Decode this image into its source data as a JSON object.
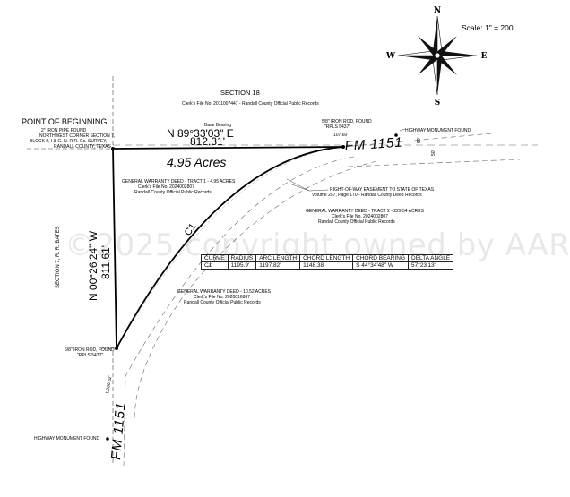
{
  "scale": "Scale: 1\" = 200'",
  "compass": {
    "n": "N",
    "s": "S",
    "e": "E",
    "w": "W"
  },
  "section18": "SECTION 18",
  "clerk_top": "Clerk's File No. 2011007447 - Randall County Official Public Records",
  "pob": "POINT OF BEGINNING",
  "pob_note": [
    "2\" IRON PIPE FOUND",
    "NORTHWEST CORNER SECTION 7,",
    "BLOCK 9, I & G. N. R.R. Co. SURVEY,",
    "RANDALL COUNTY, TEXAS"
  ],
  "base_bearing_label": "Base Bearing",
  "north_bearing": "N 89°33'03\" E",
  "north_distance": "812.31'",
  "acres": "4.95 Acres",
  "iron_rod_ne": [
    "5/8\" IRON ROD, FOUND",
    "\"RPLS 5437\""
  ],
  "dim_ne": "107.60'",
  "highway_monument_ne": "HIGHWAY MONUMENT FOUND",
  "fm_road_east": "FM 1151",
  "dim_east_1": "50'",
  "dim_east_2": "50'",
  "deed_tract1": [
    "GENERAL WARRANTY DEED - TRACT 1 - 4.95 ACRES",
    "Clerk's File No. 2024002807",
    "Randall County Official Public Records"
  ],
  "row_easement": [
    "RIGHT-OF-WAY EASEMENT TO STATE OF TEXAS",
    "Volume 257, Page 170 - Randall County Deed Records"
  ],
  "deed_tract2": [
    "GENERAL WARRANTY DEED - TRACT 2 - 229.54 ACRES",
    "Clerk's File No. 2024002807",
    "Randall County Official Public Records"
  ],
  "curve_label": "C1",
  "west_bearing": "N 00°26'24\" W",
  "west_distance": "811.61'",
  "section7": "SECTION 7, R. R. BATES",
  "curve_table": {
    "headers": [
      "CURVE",
      "RADIUS",
      "ARC LENGTH",
      "CHORD LENGTH",
      "CHORD BEARING",
      "DELTA ANGLE"
    ],
    "rows": [
      [
        "C1",
        "1195.9'",
        "1197.82'",
        "1148.38'",
        "S 44°34'48\" W",
        "57°23'13\""
      ]
    ]
  },
  "deed_1052": [
    "GENERAL WARRANTY DEED - 10.52 ACRES",
    "Clerk's File No. 2020016867",
    "Randall County Official Public Records"
  ],
  "iron_rod_sw": [
    "5/8\" IRON ROD, FOUND",
    "\"RPLS 5437\""
  ],
  "dim_sw": "1,200.32'",
  "highway_monument_sw": "HIGHWAY MONUMENT FOUND",
  "fm_road_south": "FM 1151",
  "watermark": "©2025 copyright owned by AAR"
}
